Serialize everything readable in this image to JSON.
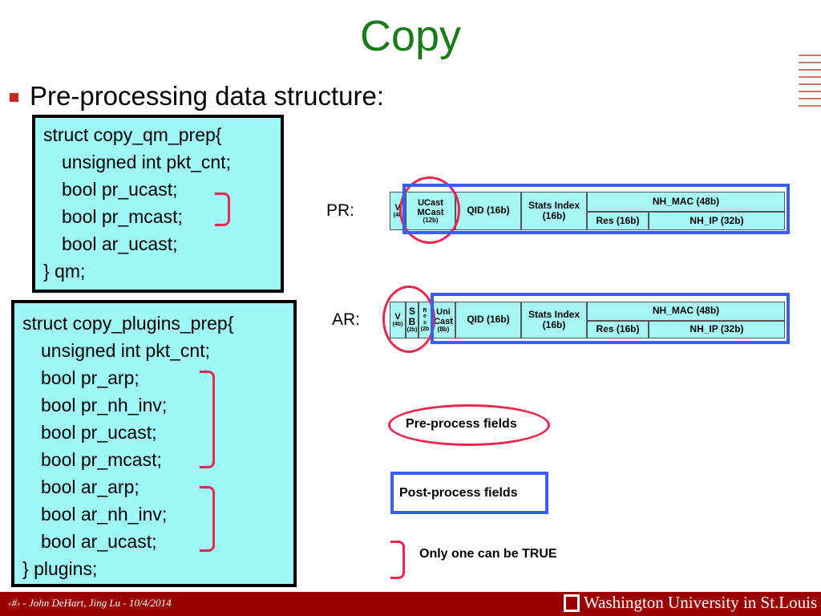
{
  "title": "Copy",
  "bullet": "Pre-processing data structure:",
  "code_qm": [
    "struct copy_qm_prep{",
    "unsigned int pkt_cnt;",
    "bool pr_ucast;",
    "bool pr_mcast;",
    "bool ar_ucast;",
    "} qm;"
  ],
  "code_plugins": [
    "struct copy_plugins_prep{",
    "unsigned int pkt_cnt;",
    "bool pr_arp;",
    "bool pr_nh_inv;",
    "bool pr_ucast;",
    "bool pr_mcast;",
    "bool ar_arp;",
    "bool ar_nh_inv;",
    "bool ar_ucast;",
    "} plugins;"
  ],
  "pr": {
    "label": "PR:",
    "v": "V",
    "v_size": "(4b",
    "ucast_line1": "UCast",
    "ucast_line2": "MCast",
    "ucast_size": "(12b)",
    "qid": "QID (16b)",
    "stats_line1": "Stats Index",
    "stats_line2": "(16b)",
    "nh_mac": "NH_MAC (48b)",
    "res": "Res (16b)",
    "nh_ip": "NH_IP (32b)"
  },
  "ar": {
    "label": "AR:",
    "v": "V",
    "v_size": "(4b)",
    "sb_line1": "S",
    "sb_line2": "B",
    "sb_size": "(2b)",
    "res_letters": [
      "R",
      "e",
      "s"
    ],
    "res_size": "(2b",
    "unicast_line1": "Uni",
    "unicast_line2": "Cast",
    "unicast_size": "(8b)",
    "qid": "QID (16b)",
    "stats_line1": "Stats Index",
    "stats_line2": "(16b)",
    "nh_mac": "NH_MAC (48b)",
    "res": "Res (16b)",
    "nh_ip": "NH_IP (32b)"
  },
  "legend": {
    "pre": "Pre-process fields",
    "post": "Post-process fields",
    "one_true": "Only one can be TRUE"
  },
  "footer": {
    "left": "‹#› - John DeHart, Jing Lu - 10/4/2014",
    "right": "Washington University in St.Louis"
  },
  "colors": {
    "title": "#1a7a1a",
    "box_fill": "#9ff7f7",
    "red": "#e8284f",
    "blue": "#3a5ef0",
    "footer": "#9b0000"
  }
}
